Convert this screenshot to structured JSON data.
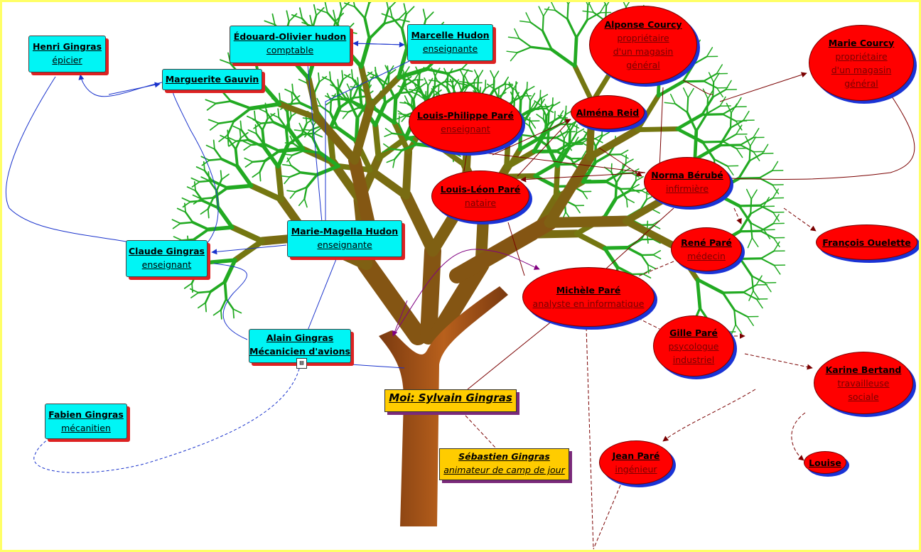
{
  "people": {
    "henri": {
      "name": "Henri Gingras",
      "job": "épicier"
    },
    "edouard": {
      "name": "Édouard-Olivier hudon",
      "job": "comptable"
    },
    "marcelle": {
      "name": "Marcelle Hudon",
      "job": "enseignante"
    },
    "marguerite": {
      "name": "Marguerite Gauvin"
    },
    "marie_magella": {
      "name": "Marie-Magella Hudon",
      "job": "enseignante"
    },
    "claude": {
      "name": "Claude Gingras",
      "job": "enseignant"
    },
    "alain": {
      "name": "Alain Gingras",
      "job": "Mécanicien d'avions"
    },
    "fabien": {
      "name": "Fabien Gingras",
      "job": "mécanitien"
    },
    "moi": {
      "name": "Moi: Sylvain Gingras"
    },
    "sebastien": {
      "name": "Sébastien Gingras",
      "job": "animateur de camp de jour"
    },
    "alponse": {
      "name": "Alponse Courcy",
      "job": "propriétaire d'un magasin général"
    },
    "marie_courcy": {
      "name": "Marie Courcy",
      "job": "propriétaire d'un magasin général"
    },
    "louis_philippe": {
      "name": "Louis-Philippe Paré",
      "job": "enseignant"
    },
    "almena": {
      "name": "Alména Reid"
    },
    "norma": {
      "name": "Norma Bérubé",
      "job": "infirmière"
    },
    "louis_leon": {
      "name": "Louis-Léon Paré",
      "job": "nataire"
    },
    "rene": {
      "name": "René Paré",
      "job": "médecin"
    },
    "francois": {
      "name": "François Ouelette"
    },
    "michele": {
      "name": "Michèle Paré",
      "job": "analyste en informatique"
    },
    "gille": {
      "name": "Gille Paré",
      "job": "psycologue industriel"
    },
    "karine": {
      "name": "Karine Bertand",
      "job": "travailleuse sociale"
    },
    "jean": {
      "name": "Jean Paré",
      "job": "ingénieur"
    },
    "louise": {
      "name": "Louise"
    }
  },
  "colors": {
    "frame": "#ffff66",
    "rect_fill": "#00f5f5",
    "rect_shadow": "#dd2222",
    "oval_fill": "#ff0000",
    "oval_shadow": "#1a33d6",
    "me_fill": "#ffcc00",
    "leaf": "#22aa22",
    "trunk": "#a0501a",
    "link_blue": "#1a33cc",
    "link_red": "#7a0000",
    "link_purple": "#800080"
  },
  "icons": {
    "note": "note-icon"
  }
}
